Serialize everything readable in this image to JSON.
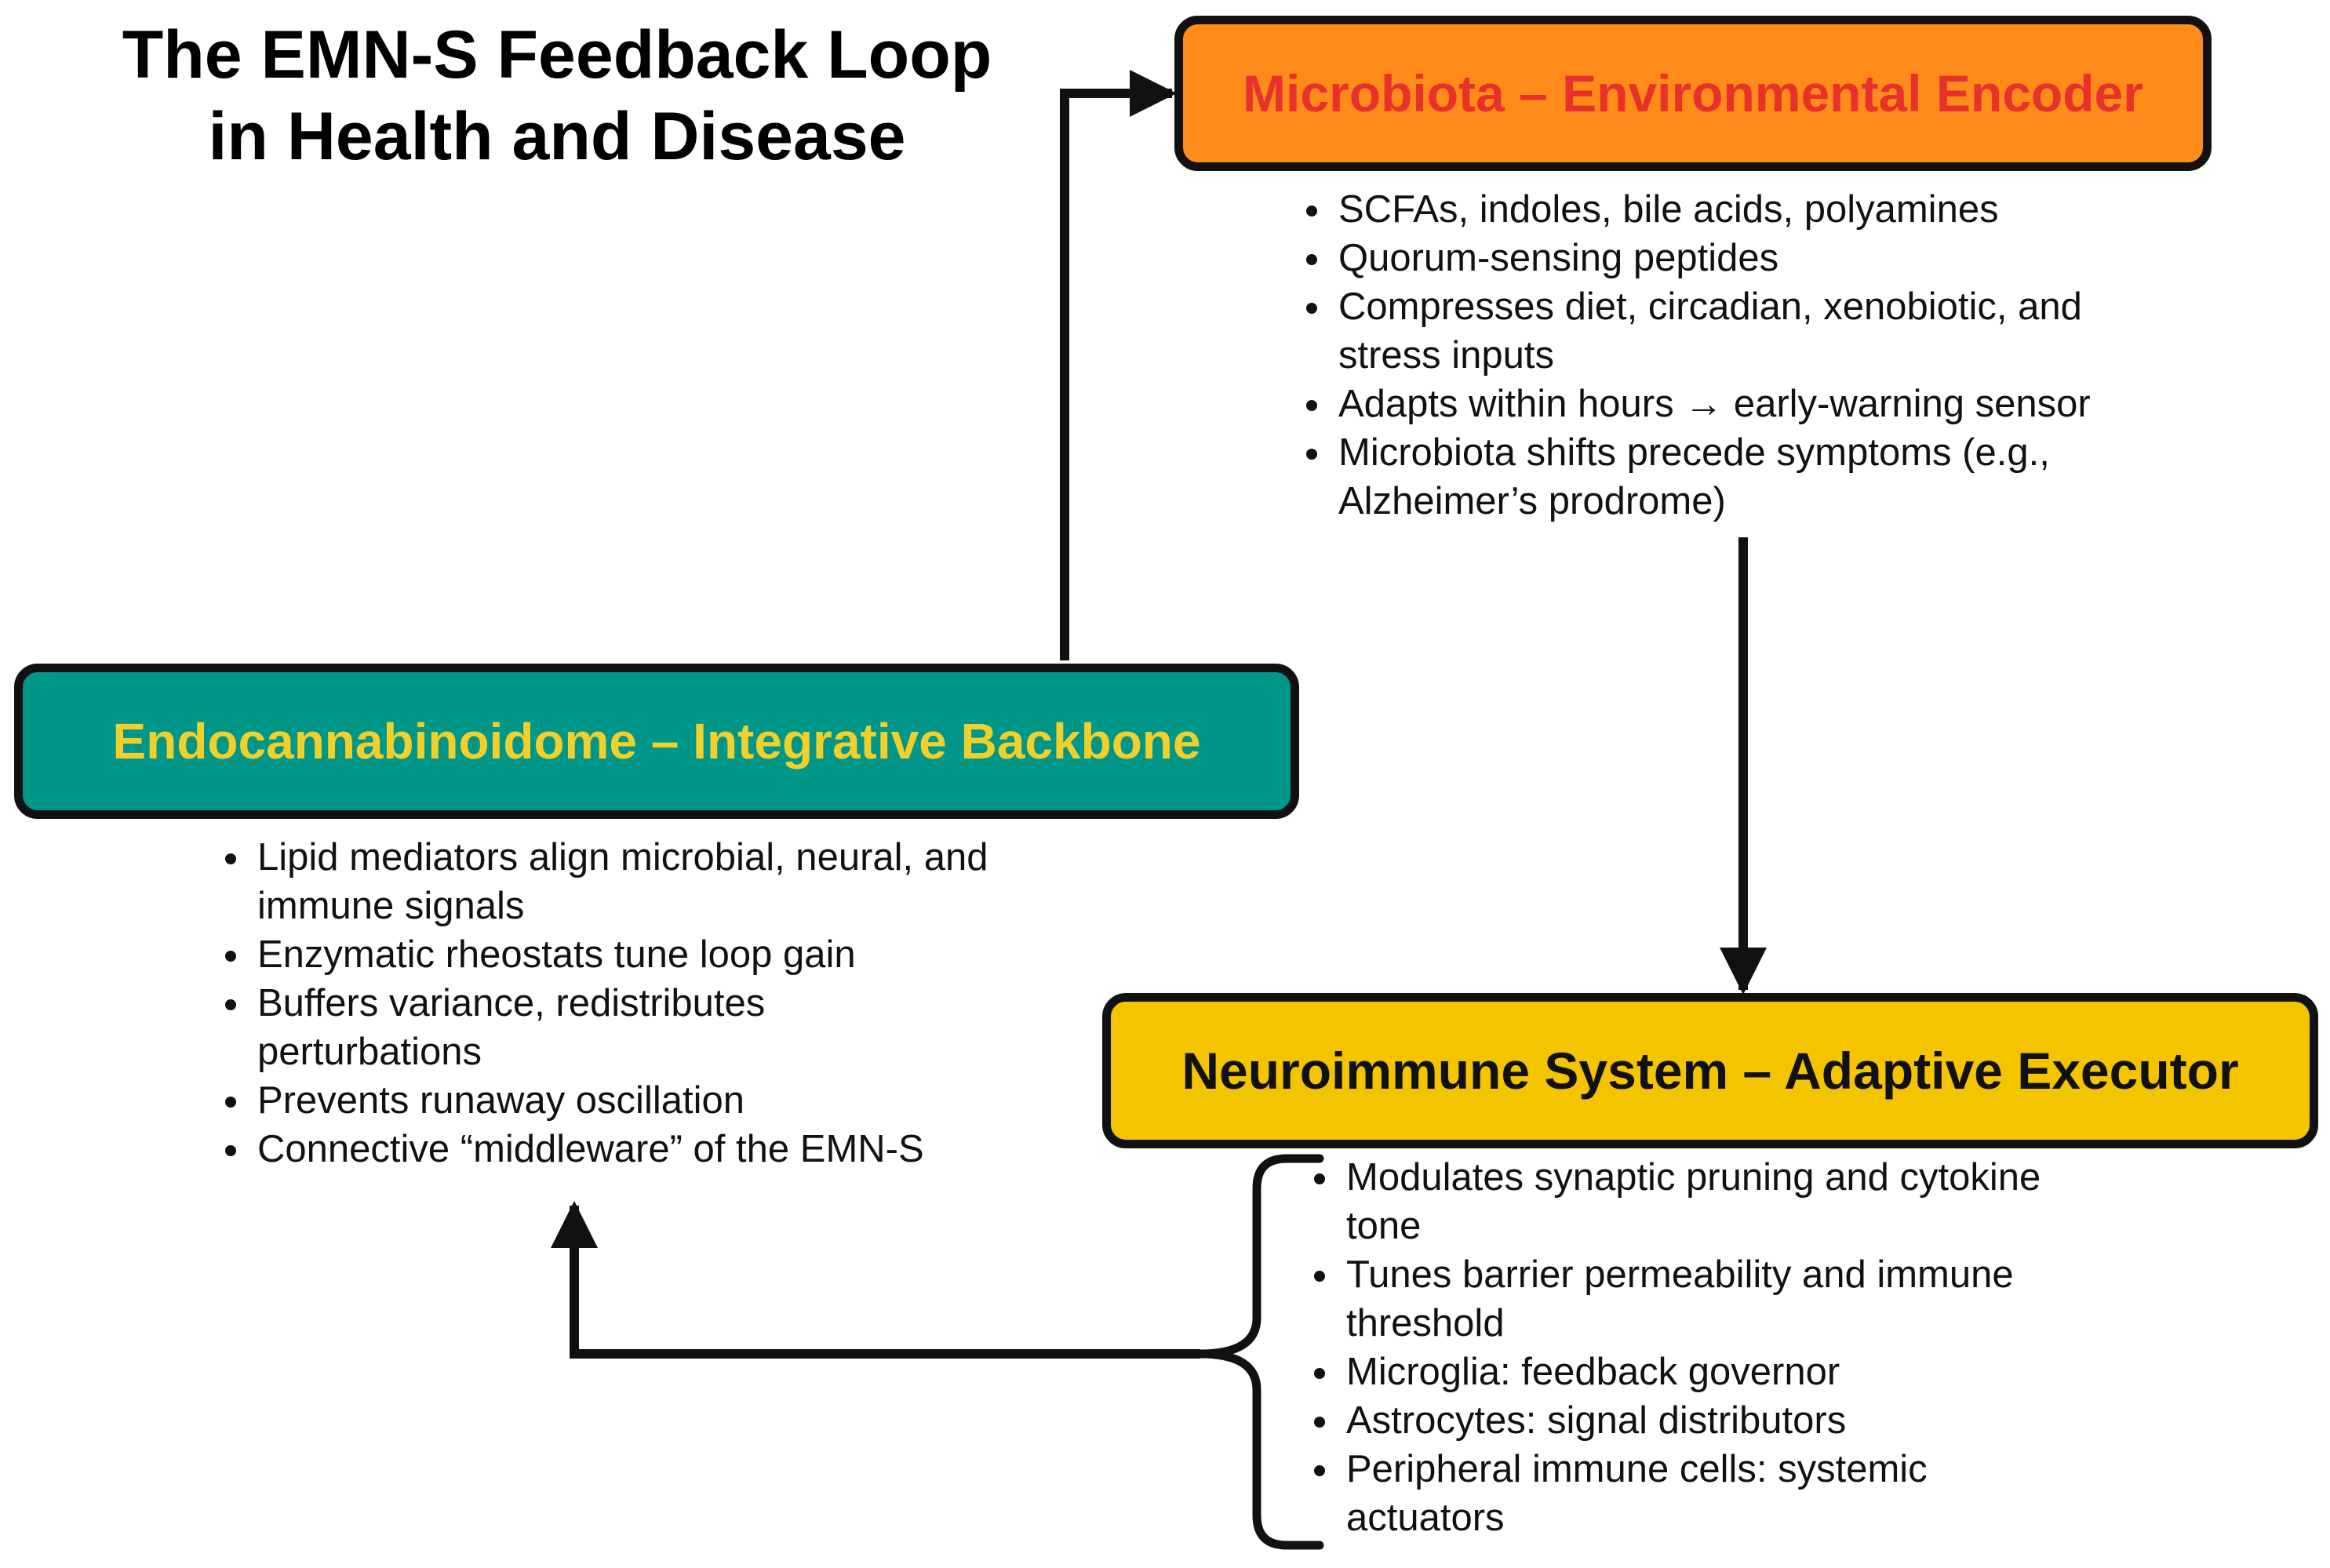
{
  "title": {
    "line1": "The EMN-S Feedback Loop",
    "line2": "in Health and Disease"
  },
  "colors": {
    "microbiota_fill": "#FF8C1A",
    "microbiota_text": "#E8312A",
    "ecs_fill": "#009688",
    "ecs_text": "#F2D02B",
    "neuro_fill": "#F5C400",
    "neuro_text": "#111111",
    "outline": "#111111"
  },
  "microbiota": {
    "title": "Microbiota – Environmental Encoder",
    "bullets": [
      "SCFAs, indoles, bile acids, polyamines",
      "Quorum-sensing peptides",
      "Compresses diet, circadian, xenobiotic, and\nstress inputs",
      "Adapts within hours → early-warning sensor",
      "Microbiota shifts precede symptoms (e.g.,\nAlzheimer’s prodrome)"
    ]
  },
  "ecs": {
    "title": "Endocannabinoidome – Integrative Backbone",
    "bullets": [
      "Lipid mediators align microbial, neural, and\nimmune signals",
      "Enzymatic rheostats tune loop gain",
      "Buffers variance, redistributes\nperturbations",
      "Prevents runaway oscillation",
      "Connective “middleware” of the EMN-S"
    ]
  },
  "neuro": {
    "title": "Neuroimmune System – Adaptive Executor",
    "bullets": [
      "Modulates synaptic pruning and cytokine\ntone",
      "Tunes barrier permeability and immune\nthreshold",
      "Microglia: feedback governor",
      "Astrocytes: signal distributors",
      "Peripheral immune cells: systemic\nactuators"
    ]
  }
}
